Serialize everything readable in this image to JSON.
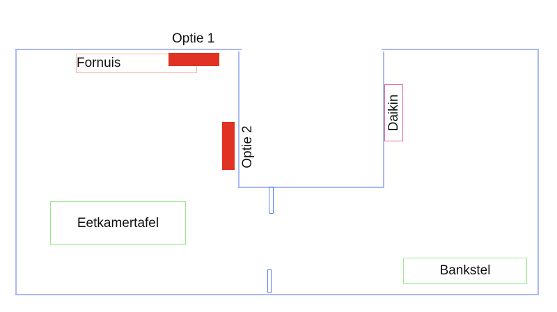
{
  "labels": {
    "optie1": "Optie 1",
    "optie2": "Optie 2",
    "fornuis": "Fornuis",
    "daikin": "Daikin",
    "eetkamertafel": "Eetkamertafel",
    "bankstel": "Bankstel"
  },
  "colors": {
    "wall": "#a9b8f5",
    "option": "#e03323",
    "fornuis": "#f6b5a8",
    "daikin": "#e8689a",
    "furniture": "#9be88f",
    "door": "#5a7ef0"
  }
}
